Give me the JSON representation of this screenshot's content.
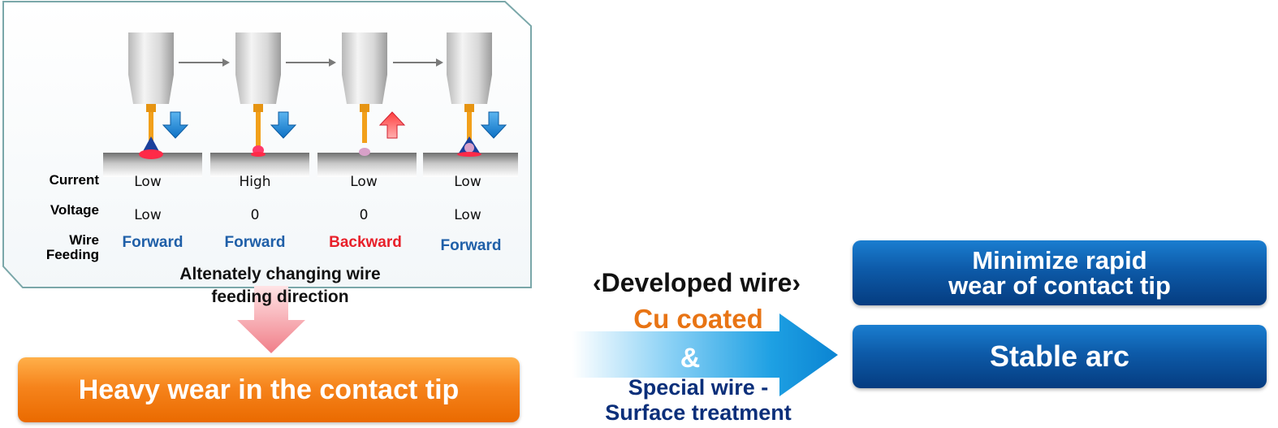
{
  "table": {
    "row_labels": {
      "current": "Current",
      "voltage": "Voltage",
      "wire_feeding_line1": "Wire",
      "wire_feeding_line2": "Feeding"
    },
    "steps": [
      {
        "current": "Low",
        "voltage": "Low",
        "feeding": "Forward",
        "arrow": "down"
      },
      {
        "current": "High",
        "voltage": "0",
        "feeding": "Forward",
        "arrow": "down"
      },
      {
        "current": "Low",
        "voltage": "0",
        "feeding": "Backward",
        "arrow": "up"
      },
      {
        "current": "Low",
        "voltage": "Low",
        "feeding": "Forward",
        "arrow": "down"
      }
    ]
  },
  "caption": {
    "line1": "Altenately changing wire",
    "line2": "feeding direction"
  },
  "problem_box": {
    "label": "Heavy wear in the contact tip"
  },
  "developed_wire": {
    "title": "‹Developed wire›",
    "cu": "Cu coated",
    "amp": "&",
    "special_line1": "Special wire -",
    "special_line2": "Surface treatment"
  },
  "results": {
    "box1_line1": "Minimize rapid",
    "box1_line2": "wear of contact tip",
    "box2": "Stable arc"
  },
  "colors": {
    "forward": "#1f5fa8",
    "backward": "#e8202a",
    "orange": "#f6841c",
    "navy": "#0b2f7a",
    "cu_orange": "#e87414",
    "blue_arrow": "#1592db"
  },
  "icons": {
    "torch": "welding-torch-icon",
    "down": "down-arrow-icon",
    "up": "up-arrow-icon"
  }
}
